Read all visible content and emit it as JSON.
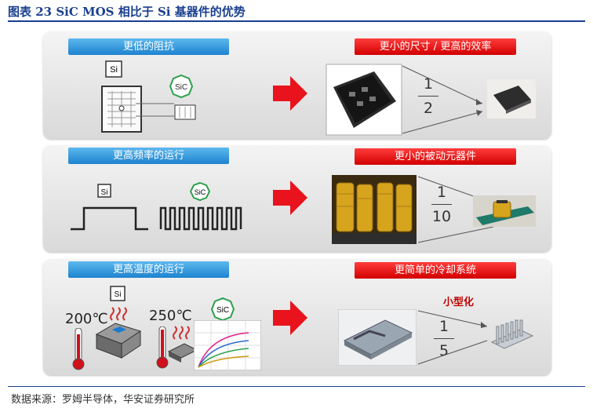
{
  "header": {
    "title": "图表 23 SiC MOS 相比于 Si 基器件的优势"
  },
  "rows": [
    {
      "left_label": "更低的阻抗",
      "right_label": "更小的尺寸 / 更高的效率",
      "ratio_num": "1",
      "ratio_den": "2"
    },
    {
      "left_label": "更高频率的运行",
      "right_label": "更小的被动元器件",
      "ratio_num": "1",
      "ratio_den": "10"
    },
    {
      "left_label": "更高温度的运行",
      "right_label": "更简单的冷却系统",
      "ratio_num": "1",
      "ratio_den": "5",
      "note": "小型化"
    }
  ],
  "chips": {
    "si": "Si",
    "sic": "SiC"
  },
  "temps": {
    "si": "200℃",
    "sic": "250℃"
  },
  "footer": {
    "source": "数据来源：罗姆半导体，华安证券研究所"
  }
}
